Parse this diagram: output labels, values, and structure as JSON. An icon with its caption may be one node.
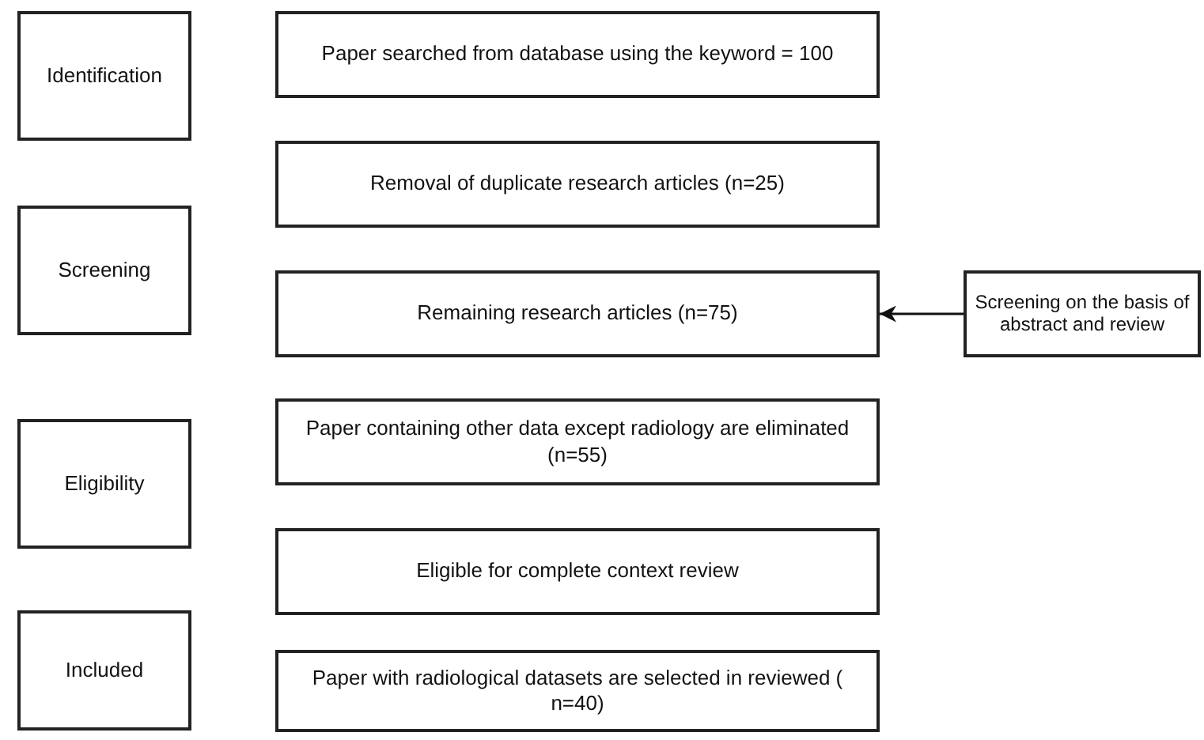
{
  "diagram": {
    "nodes": [
      {
        "text": [
          "Identification"
        ]
      },
      {
        "text": [
          "Screening"
        ]
      },
      {
        "text": [
          "Eligibility"
        ]
      },
      {
        "text": [
          "Included"
        ]
      },
      {
        "text": [
          "Paper searched from database using the keyword = 100"
        ]
      },
      {
        "text": [
          "Removal of duplicate research articles (n=25)"
        ]
      },
      {
        "text": [
          "Remaining research articles (n=75)"
        ]
      },
      {
        "text": [
          "Paper containing other data except radiology are eliminated (n=55)"
        ]
      },
      {
        "text": [
          "Eligible for complete context review"
        ]
      },
      {
        "text": [
          "Paper with radiological datasets are selected in reviewed ( n=40)"
        ]
      },
      {
        "text": [
          "Screening on the basis of abstract and review"
        ]
      }
    ],
    "edges": [
      {
        "from": 10,
        "to": 6,
        "arrow": "to"
      }
    ]
  }
}
